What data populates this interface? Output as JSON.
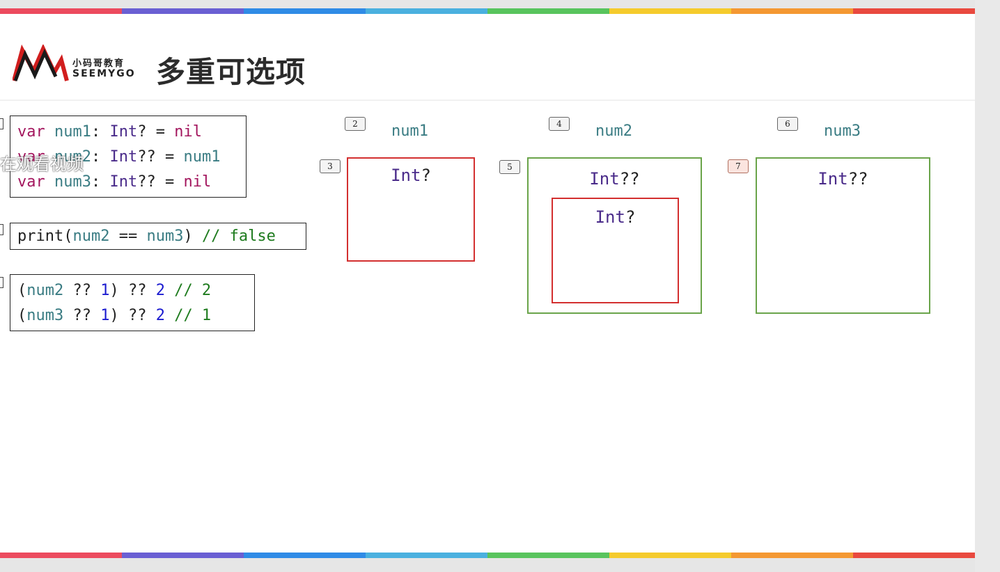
{
  "colors": {
    "stripe": [
      "#ec4a5e",
      "#6a5fd3",
      "#2f8be6",
      "#4ab0df",
      "#58c45d",
      "#f5cb2c",
      "#f49832",
      "#e9493f"
    ],
    "keyword": "#a3165e",
    "variable": "#3a7c83",
    "type": "#4a2b8a",
    "number": "#1c1cd0",
    "comment": "#1e7b1e",
    "outer_box": "#6aa44a",
    "inner_box": "#d32f2f"
  },
  "logo": {
    "cn": "小码哥教育",
    "en": "SEEMYGO"
  },
  "title": "多重可选项",
  "watermark": "在观看视频",
  "code_blocks": {
    "declarations": [
      [
        "var",
        " ",
        "num1",
        ": ",
        "Int",
        "? = ",
        "nil"
      ],
      [
        "var",
        " ",
        "num2",
        ": ",
        "Int",
        "?? = ",
        "num1"
      ],
      [
        "var",
        " ",
        "num3",
        ": ",
        "Int",
        "?? = ",
        "nil"
      ]
    ],
    "compare": [
      "print",
      "(",
      "num2",
      " == ",
      "num3",
      ") ",
      "// false"
    ],
    "coalesce": [
      [
        "(",
        "num2",
        " ?? ",
        "1",
        ") ?? ",
        "2",
        " // 2"
      ],
      [
        "(",
        "num3",
        " ?? ",
        "1",
        ") ?? ",
        "2",
        " // 1"
      ]
    ]
  },
  "diagram": {
    "num1": {
      "badge": "2",
      "label": "num1",
      "box_badge": "3",
      "outer_type": "Int",
      "outer_q": "?"
    },
    "num2": {
      "badge": "4",
      "label": "num2",
      "box_badge": "5",
      "outer_type": "Int",
      "outer_q": "??",
      "inner_type": "Int",
      "inner_q": "?"
    },
    "num3": {
      "badge": "6",
      "label": "num3",
      "box_badge": "7",
      "outer_type": "Int",
      "outer_q": "??"
    }
  }
}
